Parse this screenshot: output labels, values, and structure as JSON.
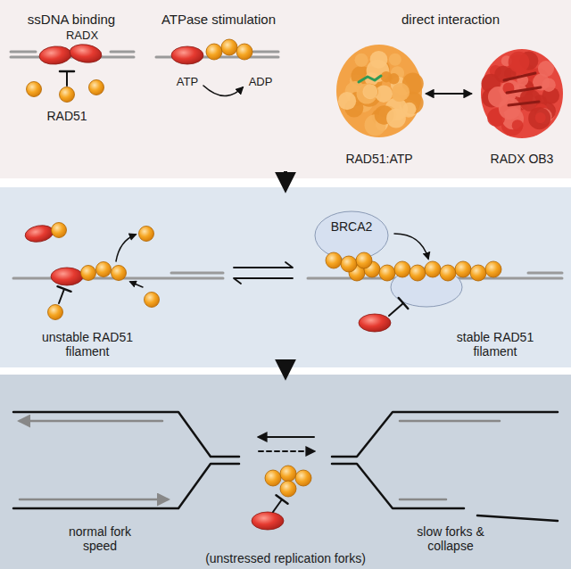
{
  "diagram": {
    "nodes": [
      {
        "text": [
          "BRCA2"
        ]
      }
    ],
    "labels": [
      "ssDNA binding",
      "ATPase stimulation",
      "direct interaction",
      "RADX",
      "RAD51",
      "ATP",
      "ADP",
      "RAD51:ATP",
      "RADX OB3",
      "unstable RAD51 filament",
      "stable RAD51 filament",
      "normal fork speed",
      "slow forks & collapse",
      "(unstressed replication forks)"
    ]
  }
}
